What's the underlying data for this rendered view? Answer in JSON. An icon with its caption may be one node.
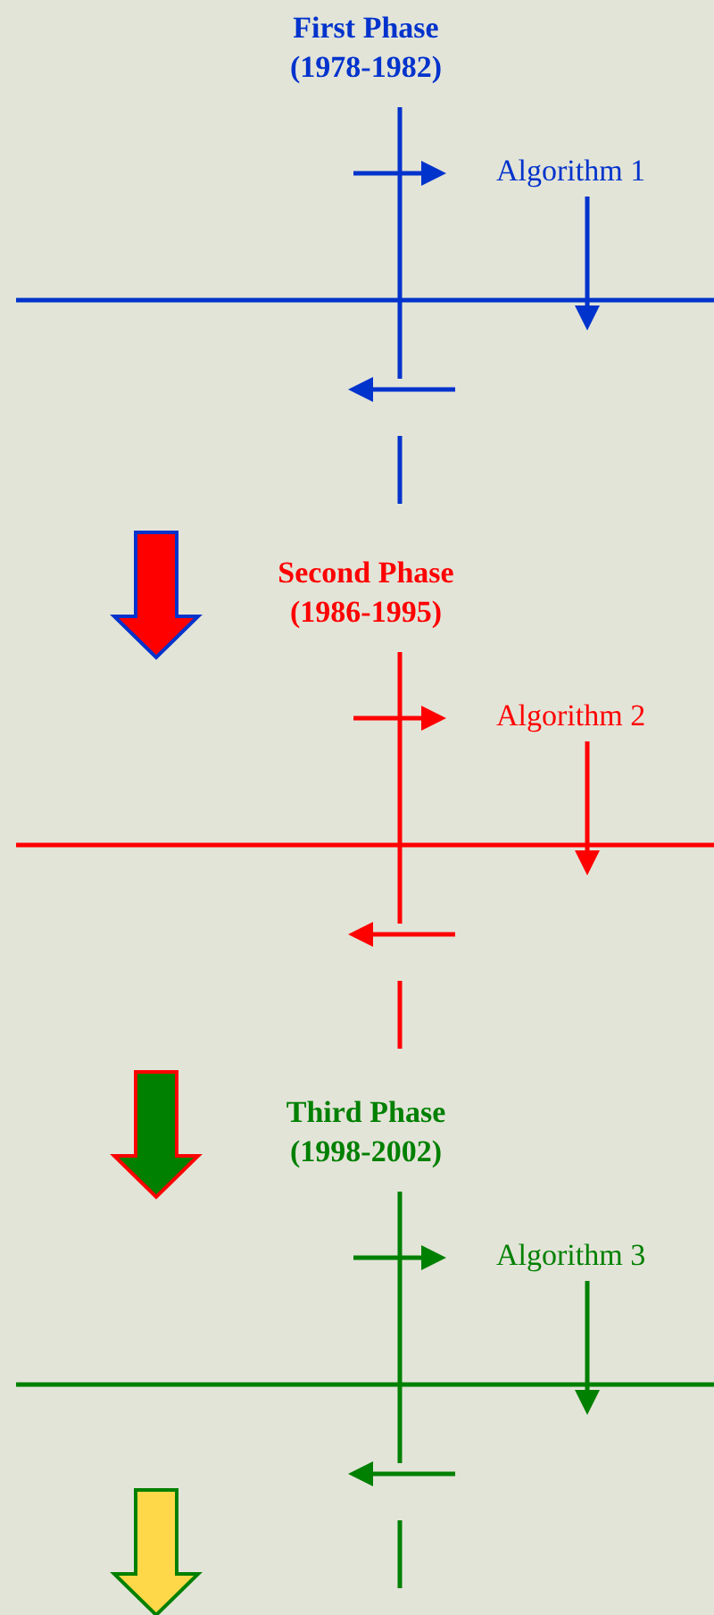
{
  "diagram": {
    "labels": [
      "First Phase (1978-1982)",
      "Algorithm 1",
      "Second Phase (1986-1995)",
      "Algorithm 2",
      "Third Phase (1998-2002)",
      "Algorithm 3"
    ]
  }
}
